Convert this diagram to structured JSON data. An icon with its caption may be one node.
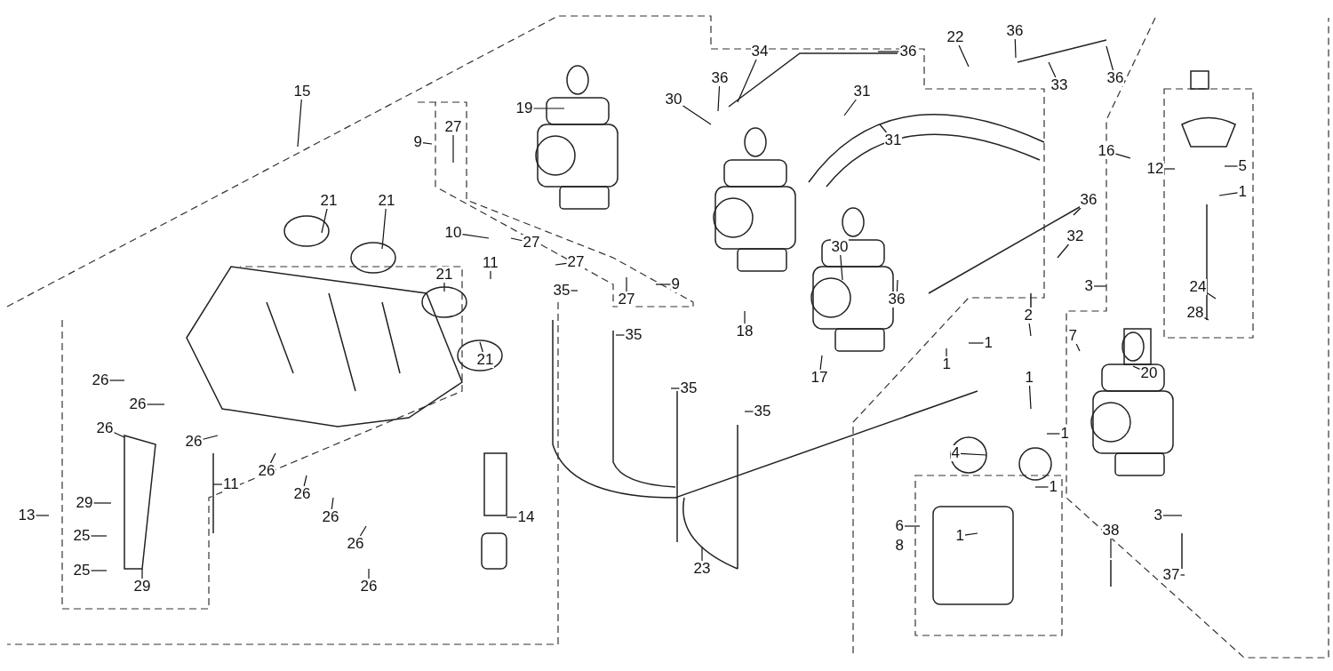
{
  "diagram": {
    "nodes": [
      {
        "text": [
          "15"
        ]
      },
      {
        "text": [
          "19"
        ]
      },
      {
        "text": [
          "30"
        ]
      },
      {
        "text": [
          "34"
        ]
      },
      {
        "text": [
          "36"
        ]
      },
      {
        "text": [
          "36"
        ]
      },
      {
        "text": [
          "22"
        ]
      },
      {
        "text": [
          "36"
        ]
      },
      {
        "text": [
          "33"
        ]
      },
      {
        "text": [
          "36"
        ]
      },
      {
        "text": [
          "9"
        ]
      },
      {
        "text": [
          "27"
        ]
      },
      {
        "text": [
          "31"
        ]
      },
      {
        "text": [
          "31"
        ]
      },
      {
        "text": [
          "16"
        ]
      },
      {
        "text": [
          "12"
        ]
      },
      {
        "text": [
          "5"
        ]
      },
      {
        "text": [
          "1"
        ]
      },
      {
        "text": [
          "21"
        ]
      },
      {
        "text": [
          "21"
        ]
      },
      {
        "text": [
          "10"
        ]
      },
      {
        "text": [
          "27"
        ]
      },
      {
        "text": [
          "27"
        ]
      },
      {
        "text": [
          "9"
        ]
      },
      {
        "text": [
          "27"
        ]
      },
      {
        "text": [
          "36"
        ]
      },
      {
        "text": [
          "32"
        ]
      },
      {
        "text": [
          "30"
        ]
      },
      {
        "text": [
          "36"
        ]
      },
      {
        "text": [
          "11"
        ]
      },
      {
        "text": [
          "21"
        ]
      },
      {
        "text": [
          "35"
        ]
      },
      {
        "text": [
          "3"
        ]
      },
      {
        "text": [
          "24"
        ]
      },
      {
        "text": [
          "28"
        ]
      },
      {
        "text": [
          "18"
        ]
      },
      {
        "text": [
          "1"
        ]
      },
      {
        "text": [
          "2"
        ]
      },
      {
        "text": [
          "7"
        ]
      },
      {
        "text": [
          "21"
        ]
      },
      {
        "text": [
          "35"
        ]
      },
      {
        "text": [
          "1"
        ]
      },
      {
        "text": [
          "17"
        ]
      },
      {
        "text": [
          "1"
        ]
      },
      {
        "text": [
          "20"
        ]
      },
      {
        "text": [
          "26"
        ]
      },
      {
        "text": [
          "26"
        ]
      },
      {
        "text": [
          "35"
        ]
      },
      {
        "text": [
          "26"
        ]
      },
      {
        "text": [
          "35"
        ]
      },
      {
        "text": [
          "1"
        ]
      },
      {
        "text": [
          "26"
        ]
      },
      {
        "text": [
          "4"
        ]
      },
      {
        "text": [
          "11"
        ]
      },
      {
        "text": [
          "26"
        ]
      },
      {
        "text": [
          "13"
        ]
      },
      {
        "text": [
          "29"
        ]
      },
      {
        "text": [
          "26"
        ]
      },
      {
        "text": [
          "14"
        ]
      },
      {
        "text": [
          "26"
        ]
      },
      {
        "text": [
          "1"
        ]
      },
      {
        "text": [
          "6"
        ]
      },
      {
        "text": [
          "8"
        ]
      },
      {
        "text": [
          "38"
        ]
      },
      {
        "text": [
          "3"
        ]
      },
      {
        "text": [
          "25"
        ]
      },
      {
        "text": [
          "26"
        ]
      },
      {
        "text": [
          "23"
        ]
      },
      {
        "text": [
          "25"
        ]
      },
      {
        "text": [
          "29"
        ]
      },
      {
        "text": [
          "26"
        ]
      },
      {
        "text": [
          "37"
        ]
      },
      {
        "text": [
          "1"
        ]
      }
    ],
    "edges": [
      {
        "from": 0,
        "to": null,
        "arrow": "none"
      },
      {
        "from": 1,
        "to": null,
        "arrow": "none"
      },
      {
        "from": 2,
        "to": null,
        "arrow": "none"
      },
      {
        "from": 3,
        "to": null,
        "arrow": "none"
      },
      {
        "from": 4,
        "to": null,
        "arrow": "none"
      },
      {
        "from": 5,
        "to": null,
        "arrow": "none"
      },
      {
        "from": 6,
        "to": null,
        "arrow": "none"
      },
      {
        "from": 7,
        "to": null,
        "arrow": "none"
      },
      {
        "from": 8,
        "to": null,
        "arrow": "none"
      },
      {
        "from": 9,
        "to": null,
        "arrow": "none"
      },
      {
        "from": 10,
        "to": null,
        "arrow": "none"
      },
      {
        "from": 11,
        "to": null,
        "arrow": "none"
      },
      {
        "from": 12,
        "to": null,
        "arrow": "none"
      },
      {
        "from": 13,
        "to": null,
        "arrow": "none"
      },
      {
        "from": 14,
        "to": null,
        "arrow": "none"
      },
      {
        "from": 15,
        "to": null,
        "arrow": "none"
      },
      {
        "from": 16,
        "to": null,
        "arrow": "none"
      },
      {
        "from": 17,
        "to": null,
        "arrow": "none"
      },
      {
        "from": 18,
        "to": null,
        "arrow": "none"
      },
      {
        "from": 19,
        "to": null,
        "arrow": "none"
      },
      {
        "from": 20,
        "to": null,
        "arrow": "none"
      },
      {
        "from": 21,
        "to": null,
        "arrow": "none"
      },
      {
        "from": 22,
        "to": null,
        "arrow": "none"
      },
      {
        "from": 23,
        "to": null,
        "arrow": "none"
      },
      {
        "from": 24,
        "to": null,
        "arrow": "none"
      },
      {
        "from": 25,
        "to": null,
        "arrow": "none"
      },
      {
        "from": 26,
        "to": null,
        "arrow": "none"
      },
      {
        "from": 27,
        "to": null,
        "arrow": "none"
      },
      {
        "from": 28,
        "to": null,
        "arrow": "none"
      },
      {
        "from": 29,
        "to": null,
        "arrow": "none"
      },
      {
        "from": 30,
        "to": null,
        "arrow": "none"
      },
      {
        "from": 31,
        "to": null,
        "arrow": "none"
      },
      {
        "from": 32,
        "to": null,
        "arrow": "none"
      },
      {
        "from": 33,
        "to": null,
        "arrow": "none"
      },
      {
        "from": 34,
        "to": null,
        "arrow": "none"
      },
      {
        "from": 35,
        "to": null,
        "arrow": "none"
      },
      {
        "from": 36,
        "to": null,
        "arrow": "none"
      },
      {
        "from": 37,
        "to": null,
        "arrow": "none"
      },
      {
        "from": 38,
        "to": null,
        "arrow": "none"
      },
      {
        "from": 39,
        "to": null,
        "arrow": "none"
      },
      {
        "from": 40,
        "to": null,
        "arrow": "none"
      },
      {
        "from": 41,
        "to": null,
        "arrow": "none"
      },
      {
        "from": 42,
        "to": null,
        "arrow": "none"
      },
      {
        "from": 43,
        "to": null,
        "arrow": "none"
      },
      {
        "from": 44,
        "to": null,
        "arrow": "none"
      },
      {
        "from": 45,
        "to": null,
        "arrow": "none"
      },
      {
        "from": 46,
        "to": null,
        "arrow": "none"
      },
      {
        "from": 47,
        "to": null,
        "arrow": "none"
      },
      {
        "from": 48,
        "to": null,
        "arrow": "none"
      },
      {
        "from": 49,
        "to": null,
        "arrow": "none"
      },
      {
        "from": 50,
        "to": null,
        "arrow": "none"
      },
      {
        "from": 51,
        "to": null,
        "arrow": "none"
      },
      {
        "from": 52,
        "to": null,
        "arrow": "none"
      },
      {
        "from": 53,
        "to": null,
        "arrow": "none"
      },
      {
        "from": 54,
        "to": null,
        "arrow": "none"
      },
      {
        "from": 55,
        "to": null,
        "arrow": "none"
      },
      {
        "from": 56,
        "to": null,
        "arrow": "none"
      },
      {
        "from": 57,
        "to": null,
        "arrow": "none"
      },
      {
        "from": 58,
        "to": null,
        "arrow": "none"
      },
      {
        "from": 59,
        "to": null,
        "arrow": "none"
      },
      {
        "from": 60,
        "to": null,
        "arrow": "none"
      },
      {
        "from": 61,
        "to": null,
        "arrow": "none"
      },
      {
        "from": 63,
        "to": null,
        "arrow": "none"
      },
      {
        "from": 64,
        "to": null,
        "arrow": "none"
      },
      {
        "from": 65,
        "to": null,
        "arrow": "none"
      },
      {
        "from": 66,
        "to": null,
        "arrow": "none"
      },
      {
        "from": 67,
        "to": null,
        "arrow": "none"
      },
      {
        "from": 68,
        "to": null,
        "arrow": "none"
      },
      {
        "from": 69,
        "to": null,
        "arrow": "none"
      },
      {
        "from": 70,
        "to": null,
        "arrow": "none"
      },
      {
        "from": 71,
        "to": null,
        "arrow": "none"
      },
      {
        "from": 72,
        "to": null,
        "arrow": "none"
      }
    ]
  }
}
